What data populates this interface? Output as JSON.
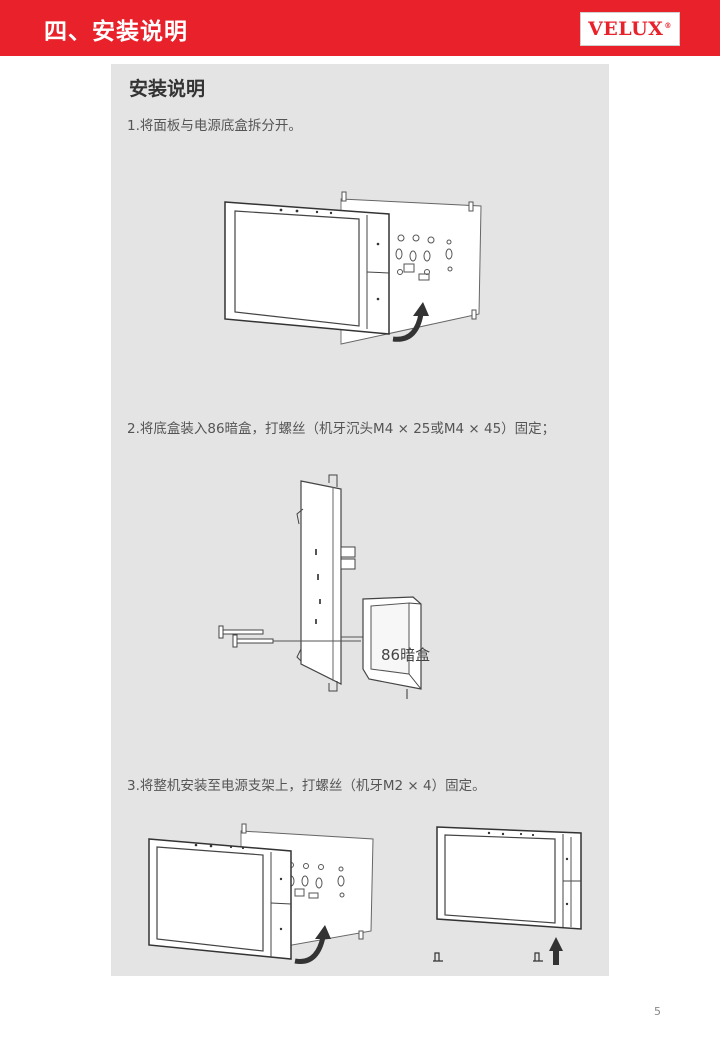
{
  "header": {
    "title": "四、安装说明",
    "logo": "VELUX",
    "logo_mark": "®",
    "bg_color": "#e8212b"
  },
  "panel": {
    "title": "安装说明",
    "steps": [
      {
        "text": "1.将面板与电源底盒拆分开。"
      },
      {
        "text": "2.将底盒装入86暗盒，打螺丝（机牙沉头M4 × 25或M4 × 45）固定；"
      },
      {
        "text": "3.将整机安装至电源支架上，打螺丝（机牙M2 × 4）固定。"
      }
    ],
    "box_label": "86暗盒"
  },
  "page_number": "5",
  "icons": [
    "curved-arrow-icon",
    "up-arrow-icon",
    "screw-icon",
    "bracket-hook-icon"
  ]
}
